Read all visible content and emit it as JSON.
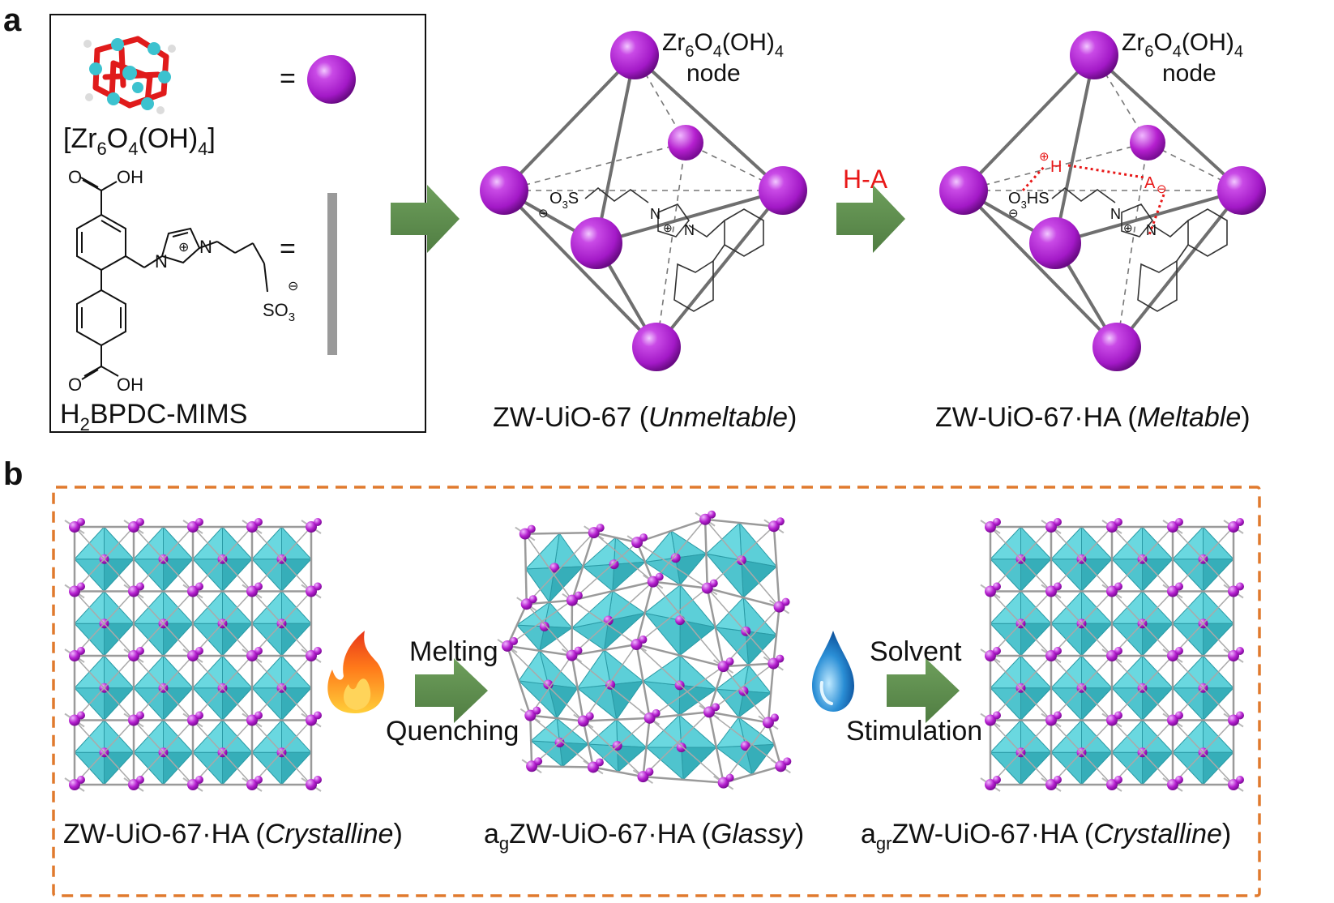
{
  "panel_a": {
    "letter": "a",
    "legend": {
      "cluster_formula": {
        "main": "[Zr",
        "s1": "6",
        "m2": "O",
        "s2": "4",
        "m3": "(OH)",
        "s3": "4",
        "m4": "]"
      },
      "equals_node": "=",
      "equals_linker": "=",
      "linker_name": {
        "main": "H",
        "s1": "2",
        "rest": "BPDC-MIMS"
      },
      "structure_labels": {
        "o1": "O",
        "oh1": "OH",
        "o2": "O",
        "oh2": "OH",
        "n1": "N",
        "n2": "N",
        "plus": "⊕",
        "minus": "⊖",
        "so3_main": "SO",
        "so3_sub": "3"
      }
    },
    "node_label": {
      "main": "Zr",
      "s1": "6",
      "m2": "O",
      "s2": "4",
      "m3": "(OH)",
      "s3": "4",
      "line2": "node"
    },
    "left_octahedron": {
      "caption": {
        "pre": "ZW-UiO-67 (",
        "italic": "Unmeltable",
        "post": ")"
      },
      "labels": {
        "o3s": "O",
        "o3s_sub": "3",
        "o3s_s": "S",
        "minus": "⊖",
        "n1": "N",
        "n2": "N",
        "plus": "⊕"
      }
    },
    "arrow_label": "H-A",
    "right_octahedron": {
      "caption": {
        "pre": "ZW-UiO-67·HA (",
        "italic": "Meltable",
        "post": ")"
      },
      "labels": {
        "h": "H",
        "hplus": "⊕",
        "a": "A",
        "aminus": "⊖",
        "o3hs": "O",
        "o3hs_sub": "3",
        "o3hs_rest": "HS",
        "minus": "⊖",
        "n1": "N",
        "n2": "N",
        "plus": "⊕"
      }
    }
  },
  "panel_b": {
    "letter": "b",
    "arrow1": {
      "top": "Melting",
      "bottom": "Quenching"
    },
    "arrow2": {
      "top": "Solvent",
      "bottom": "Stimulation"
    },
    "captions": [
      {
        "pre": "ZW-UiO-67·HA (",
        "italic": "Crystalline",
        "post": ")"
      },
      {
        "prefix": "a",
        "sub": "g",
        "pre": "ZW-UiO-67·HA (",
        "italic": "Glassy",
        "post": ")"
      },
      {
        "prefix": "a",
        "sub": "gr",
        "pre": "ZW-UiO-67·HA (",
        "italic": "Crystalline",
        "post": ")"
      }
    ]
  },
  "colors": {
    "node": "#b321d6",
    "octahedron": "#45c3cc",
    "arrow": "#5f8f4f",
    "dashed_border": "#e07a2e",
    "label_red": "#e81818",
    "edge_gray": "#6f6f6f"
  }
}
